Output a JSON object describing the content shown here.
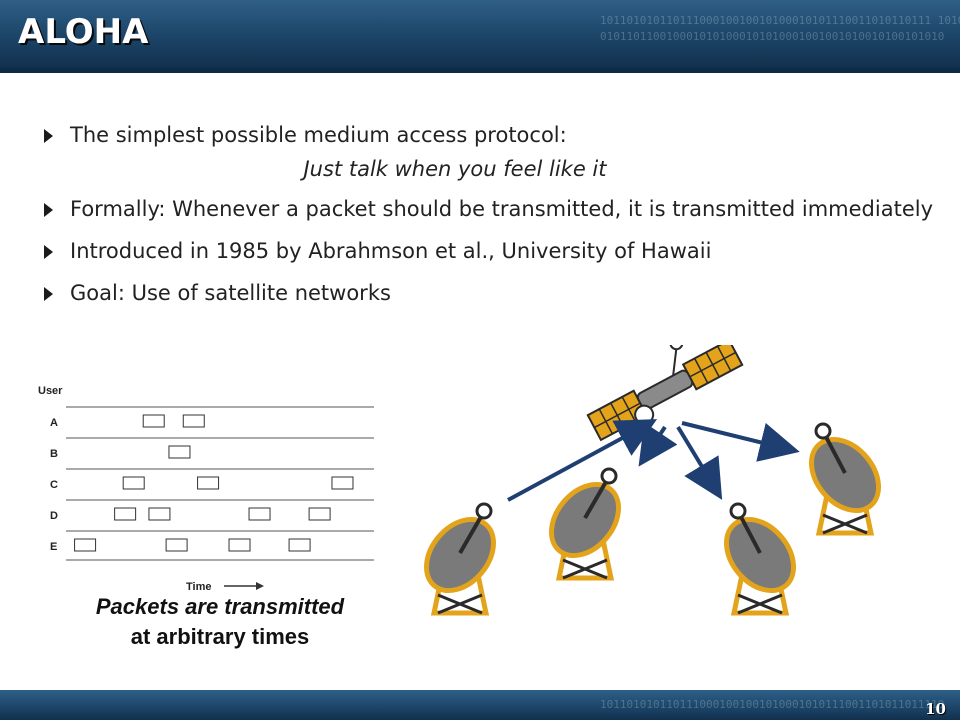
{
  "slide": {
    "title": "ALOHA",
    "page_number": "10",
    "header_binary": "10110101011011100010010010100010101110011010110111 1010",
    "header_binary_2": "0101101100100010101000101010001001001010010100101010",
    "footer_binary": "1011010101101110001001001010001010111001101011011110"
  },
  "bullets": [
    {
      "text": "The simplest possible medium access protocol:"
    },
    {
      "text": "Formally: Whenever a packet should be transmitted, it is transmitted immediately"
    },
    {
      "text": "Introduced in 1985 by Abrahmson et al., University of Hawaii"
    },
    {
      "text": "Goal: Use of satellite networks"
    }
  ],
  "sub_bullet": "Just talk when you feel like it",
  "timing_diagram": {
    "header_label": "User",
    "time_label": "Time",
    "users": [
      {
        "label": "A",
        "packets": [
          0.27,
          0.41
        ]
      },
      {
        "label": "B",
        "packets": [
          0.36
        ]
      },
      {
        "label": "C",
        "packets": [
          0.2,
          0.46,
          0.93
        ]
      },
      {
        "label": "D",
        "packets": [
          0.17,
          0.29,
          0.64,
          0.85
        ]
      },
      {
        "label": "E",
        "packets": [
          0.03,
          0.35,
          0.57,
          0.78
        ]
      }
    ]
  },
  "caption": {
    "line1": "Packets are transmitted",
    "line2": "at arbitrary times"
  },
  "colors": {
    "header_dark": "#12304d",
    "header_light": "#2f5f87",
    "arrow": "#1f3f73",
    "dish_gray": "#7a7a7a",
    "dish_outline": "#e3a31b",
    "tower": "#e3a31b",
    "panel": "#e3a31b"
  }
}
